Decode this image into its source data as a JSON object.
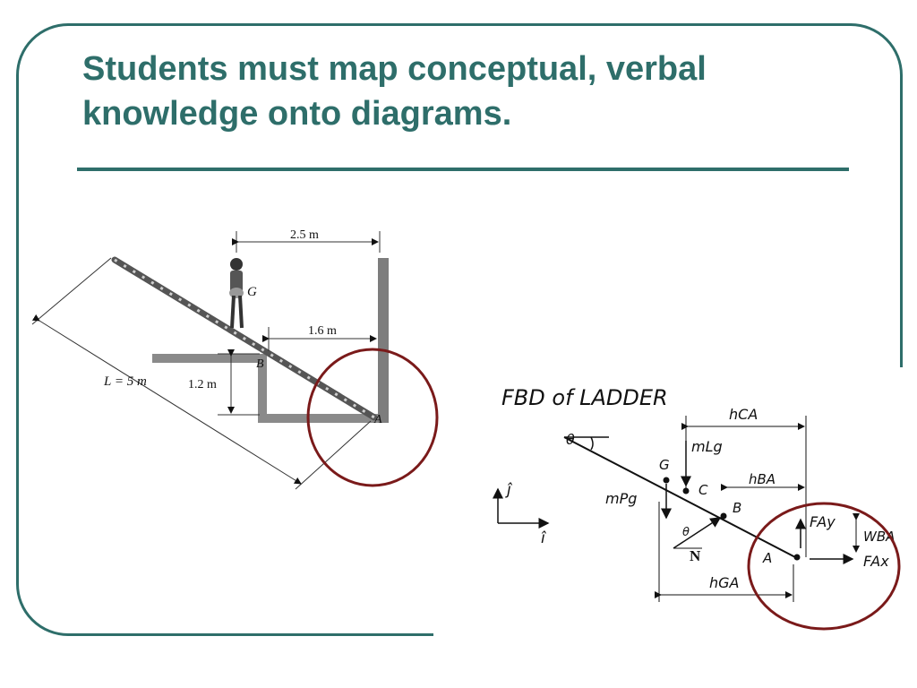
{
  "slide": {
    "title": "Students must map conceptual, verbal knowledge onto diagrams.",
    "colors": {
      "accent": "#2e6e6a",
      "highlight_circle": "#7a1a1a"
    }
  },
  "problem_diagram": {
    "dim_top": "2.5 m",
    "dim_mid": "1.6 m",
    "dim_height": "1.2 m",
    "ladder_length": "L = 5 m",
    "point_g": "G",
    "point_b": "B",
    "point_a": "A"
  },
  "fbd": {
    "title": "FBD of LADDER",
    "theta_top": "θ",
    "theta_lower": "θ",
    "h_ca": "hCA",
    "m_l_g": "mLg",
    "h_ba": "hBA",
    "m_p_g": "mPg",
    "point_g": "G",
    "point_c": "C",
    "point_b": "B",
    "point_a": "A",
    "normal_force": "N",
    "f_ay": "FAy",
    "f_ax": "FAx",
    "w_ba": "WBA",
    "h_ga": "hGA",
    "axis_j": "ĵ",
    "axis_i": "î"
  }
}
